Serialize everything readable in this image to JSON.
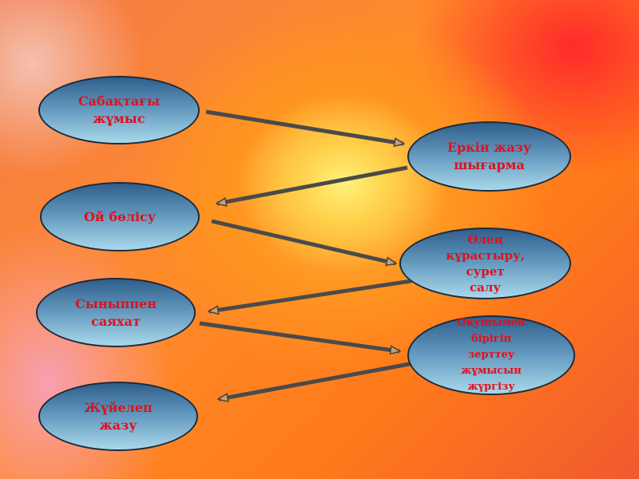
{
  "slide": {
    "left_items": [
      {
        "label": "Сабақтағы\nжұмыс"
      },
      {
        "label": "Ой бөлісу"
      },
      {
        "label": "Сыныппен\nсаяхат"
      },
      {
        "label": "Жүйелеп\nжазу"
      }
    ],
    "right_items": [
      {
        "label": "Еркін жазу\nшығарма"
      },
      {
        "label": "Өлең\nқұрастыру,\nсурет\nсалу"
      },
      {
        "label": "Оқушымен\nбірігіп\nзерттеу\nжұмысын\nжүргізу"
      }
    ]
  },
  "colors": {
    "text": "#e0101c",
    "arrow": "#4a4a4a"
  }
}
